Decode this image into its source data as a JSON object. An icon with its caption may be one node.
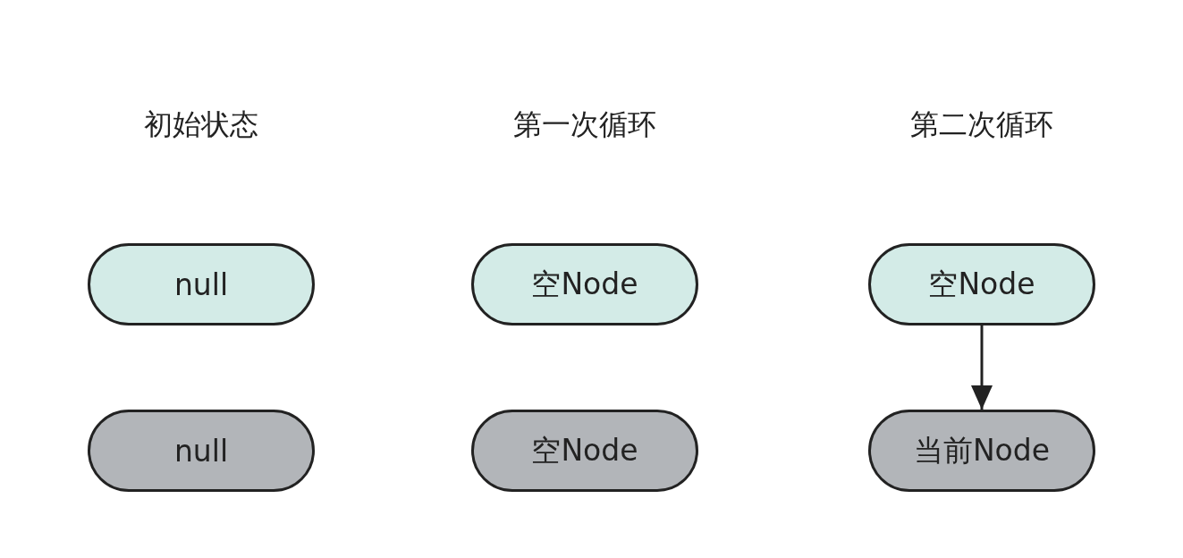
{
  "diagram": {
    "nodes": [
      {
        "text": [
          "null"
        ]
      },
      {
        "text": [
          "空Node"
        ]
      },
      {
        "text": [
          "空Node"
        ]
      },
      {
        "text": [
          "null"
        ]
      },
      {
        "text": [
          "空Node"
        ]
      },
      {
        "text": [
          "当前Node"
        ]
      }
    ],
    "edges": [
      {
        "from": 2,
        "to": 5,
        "arrow": "to"
      }
    ],
    "labels": [
      "初始状态",
      "第一次循环",
      "第二次循环"
    ]
  }
}
